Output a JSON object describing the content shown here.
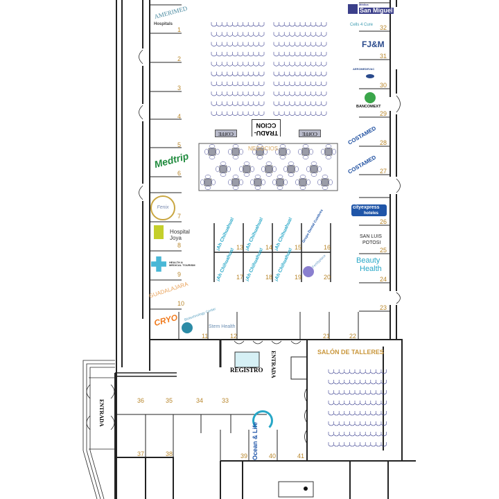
{
  "title": "Plano de exhibición",
  "rooms": {
    "negocios": "NEGOCIOS",
    "traduccion_1": "TRADU-",
    "traduccion_2": "CCION",
    "coffe_left": "COFFE",
    "coffe_right": "COFFE",
    "salon_talleres": "SALÓN DE TALLERES",
    "registro": "REGISTRO",
    "entrada_main": "ENTRADA",
    "entrada_left": "ENTRADA"
  },
  "booths": [
    "1",
    "2",
    "3",
    "4",
    "5",
    "6",
    "7",
    "8",
    "9",
    "10",
    "11",
    "12",
    "13",
    "14",
    "15",
    "16",
    "17",
    "18",
    "19",
    "20",
    "21",
    "22",
    "23",
    "24",
    "25",
    "26",
    "27",
    "28",
    "29",
    "30",
    "31",
    "32",
    "33",
    "34",
    "35",
    "36",
    "37",
    "38",
    "39",
    "40",
    "41"
  ],
  "exhibitors": {
    "amerimed": "AMERIMED",
    "amerimed_sub": "Hospitals",
    "medtrip": "Medtrip",
    "fenix": "Fenix",
    "joya_1": "Hospital",
    "joya_2": "Joya",
    "hmt": "HEALTH & MEDICAL TOURISM",
    "guadalajara": "GUADALAJARA",
    "cryo": "CRYO",
    "biotech": "Biotechnology Center",
    "stem": "Stem Health",
    "san_miguel": "San Miguel",
    "san_miguel_top": "Médica",
    "cells": "Cells 4 Cure",
    "fjm": "FJ&M",
    "aeromedevac": "AEROMEDEVAC",
    "bancomext": "BANCOMEXT",
    "costamed_1": "COSTAMED",
    "costamed_2": "COSTAMED",
    "city_1": "cityexpress",
    "city_2": "hoteles",
    "slp_1": "SAN LUIS",
    "slp_2": "POTOSI",
    "beauty_1": "Beauty",
    "beauty_2": "Health",
    "chihuahua": "¡Ah Chihuahua!",
    "dental": "Grupo Dental Cumbres",
    "fertility": "Fertilyplace",
    "ocean": "Ocean & Life"
  },
  "colors": {
    "wall": "#222222",
    "number": "#b8862b",
    "chair": "#3a3f8f",
    "table": "#9a9ca8",
    "accent": "#27a7c7"
  }
}
